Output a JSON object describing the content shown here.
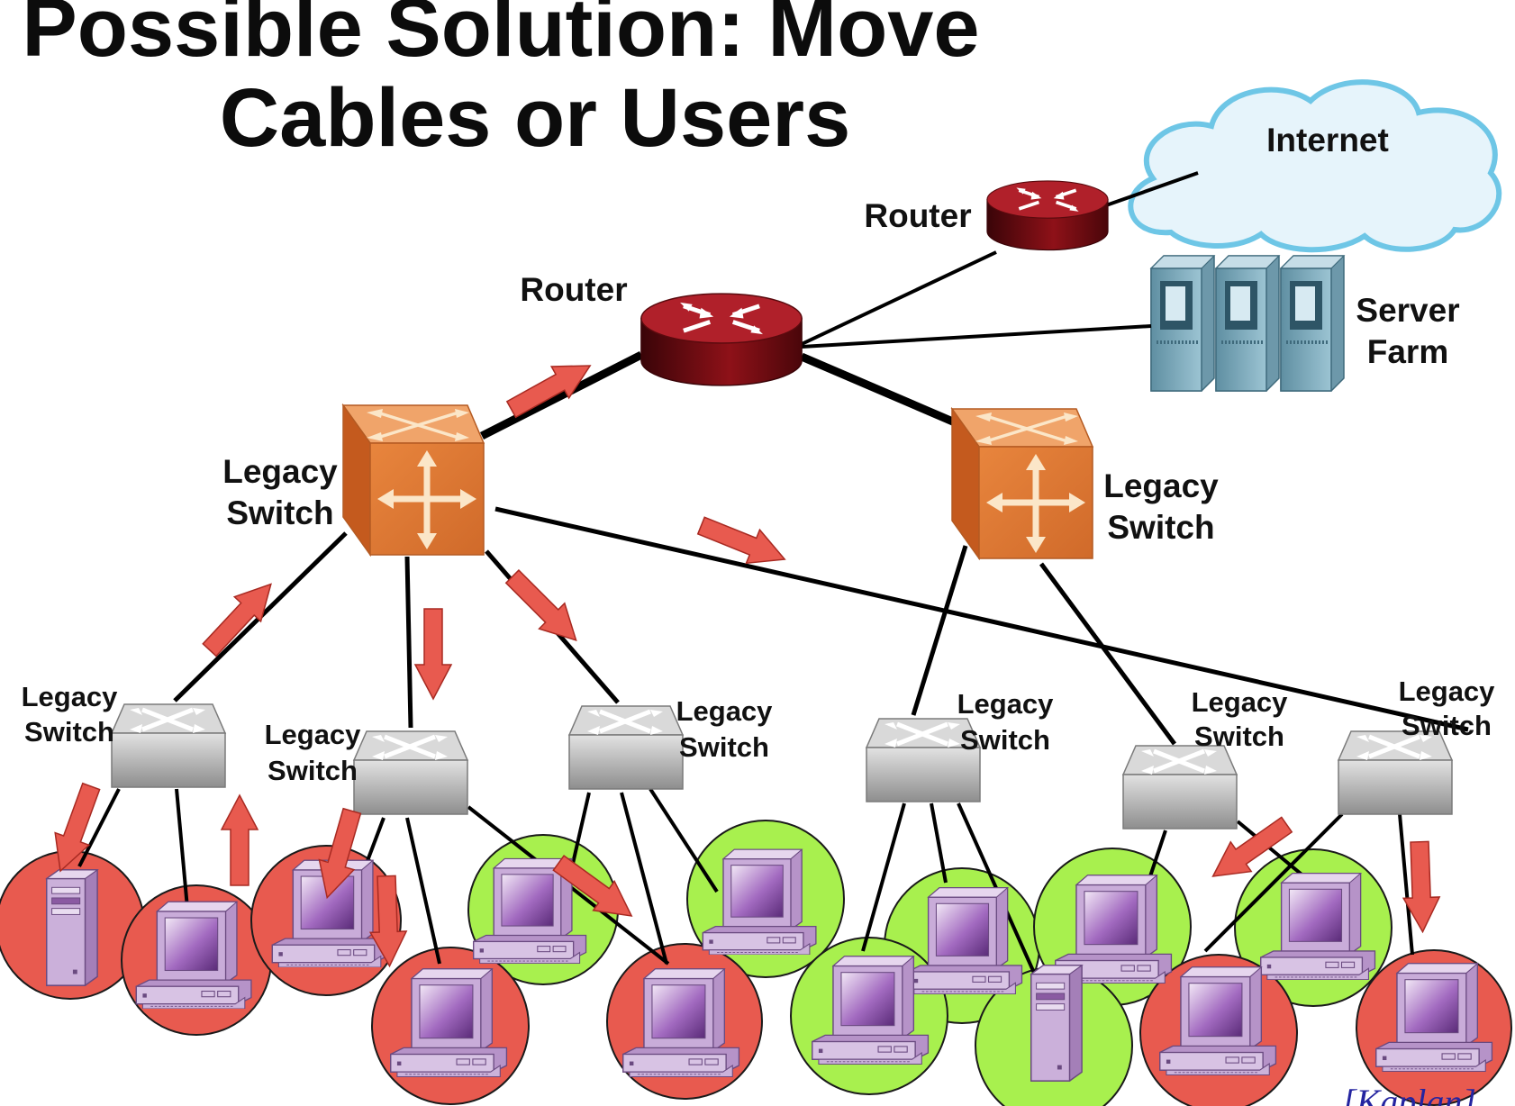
{
  "title": {
    "line1": "Possible Solution: Move",
    "line2": "Cables or Users"
  },
  "labels": {
    "internet": "Internet",
    "router": "Router",
    "server_farm_line1": "Server",
    "server_farm_line2": "Farm",
    "legacy": "Legacy",
    "switch": "Switch"
  },
  "citation": "[Kaplan]",
  "colors": {
    "router": "#8b1016",
    "core_switch": "#e07a3a",
    "access_switch": "#b4b4b4",
    "server": "#7fa9bb",
    "cloud_fill": "#e6f4fb",
    "cloud_edge": "#6ec6e6",
    "circle_red": "#e85a4f",
    "circle_green": "#a8f04e",
    "computer": "#c6a6d6",
    "arrow": "#e85a4f"
  },
  "icons": {
    "router": "router-icon",
    "core_switch": "multilayer-switch-icon",
    "access_switch": "workgroup-switch-icon",
    "server_farm": "server-farm-icon",
    "cloud": "cloud-icon",
    "desktop": "desktop-computer-icon",
    "tower": "tower-server-icon",
    "arrow": "move-arrow-icon"
  }
}
